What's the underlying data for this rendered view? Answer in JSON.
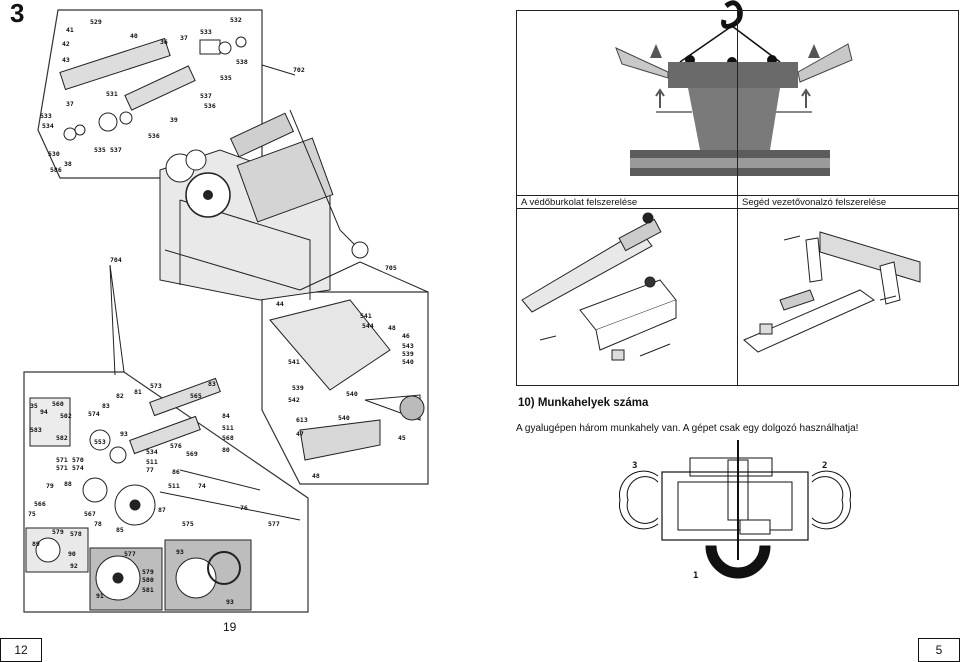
{
  "chapter": "3",
  "figures": {
    "exploded_view": {
      "part_numbers": [
        "529",
        "41",
        "40",
        "42",
        "43",
        "36",
        "37",
        "533",
        "532",
        "538",
        "535",
        "702",
        "531",
        "37",
        "537",
        "536",
        "533",
        "534",
        "39",
        "536",
        "530",
        "535",
        "537",
        "38",
        "586",
        "704",
        "705",
        "44",
        "541",
        "544",
        "48",
        "46",
        "543",
        "539",
        "540",
        "541",
        "539",
        "540",
        "542",
        "613",
        "540",
        "47",
        "45",
        "48",
        "35",
        "560",
        "94",
        "502",
        "583",
        "582",
        "83",
        "574",
        "82",
        "81",
        "573",
        "83",
        "565",
        "84",
        "511",
        "568",
        "80",
        "93",
        "553",
        "576",
        "569",
        "571",
        "570",
        "571",
        "574",
        "534",
        "511",
        "77",
        "79",
        "88",
        "86",
        "74",
        "511",
        "566",
        "75",
        "567",
        "78",
        "87",
        "76",
        "85",
        "575",
        "577",
        "579",
        "578",
        "90",
        "89",
        "92",
        "577",
        "579",
        "580",
        "91",
        "581",
        "93"
      ]
    },
    "guard_removal": {
      "caption": "A védőburkolat felszerelése"
    },
    "guide_removal": {
      "caption": "Segéd vezetővonalzó felszerelése"
    },
    "workstations": {
      "labels": [
        "3",
        "2",
        "1"
      ]
    }
  },
  "section": {
    "title": "10)  Munkahelyek száma",
    "body": "A gyalugépen három munkahely van. A gépet csak egy dolgozó használhatja!"
  },
  "footer": {
    "left_page": "12",
    "center_page": "19",
    "right_page": "5"
  }
}
